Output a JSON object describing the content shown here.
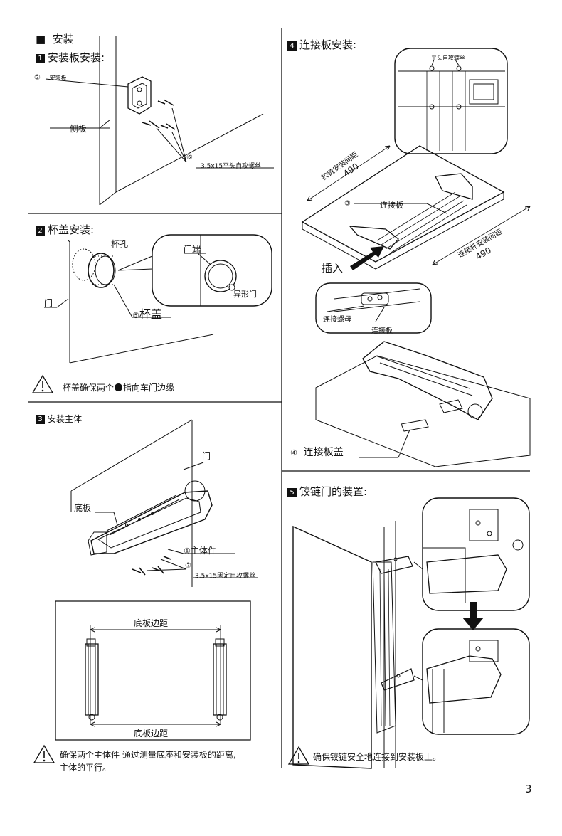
{
  "s0": {
    "bullet": "■",
    "title": "安装"
  },
  "s1": {
    "num": "1",
    "title": "安装板安装:",
    "c2": "②",
    "plate": "安装板",
    "side": "侧板",
    "c6": "⑥",
    "screw": "3.5x15平头自攻螺丝"
  },
  "s2": {
    "num": "2",
    "title": "杯盖安装:",
    "cuphole": "杯孔",
    "doorend": "门端",
    "odddoor": "异形门",
    "door": "门",
    "c5": "⑤",
    "cupcap": "杯盖",
    "note_a": "杯盖确保两个",
    "note_b": "指向车门边缘"
  },
  "s3": {
    "num": "3",
    "title": "安装主体",
    "door": "门",
    "base": "底板",
    "c1": "①",
    "body": "主体件",
    "c7": "⑦",
    "screw": "3.5x15固定自攻螺丝",
    "dist": "底板边距",
    "note_line1": "确保两个主体件 通过测量底座和安装板的距离,",
    "note_line2": "主体的平行。"
  },
  "s4": {
    "num": "4",
    "title": "连接板安装:",
    "screwflat": "平头自攻螺丝",
    "hingedist": "铰链安装间距",
    "v490a": "490",
    "c3": "③",
    "connplate": "连接板",
    "insert": "插入",
    "rodlabel": "连接杆安装间距",
    "v490b": "490",
    "nut": "连接螺母",
    "connplate2": "连接板",
    "c4": "④",
    "cover": "连接板盖"
  },
  "s5": {
    "num": "5",
    "title": "铰链门的装置:",
    "note": "确保铰链安全地连接到安装板上。"
  },
  "page_number": "3"
}
